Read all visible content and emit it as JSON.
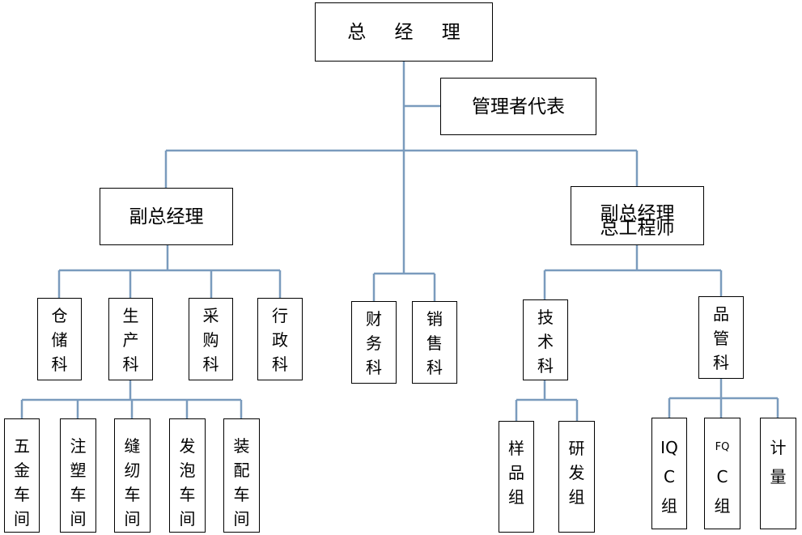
{
  "org_chart": {
    "top": {
      "label": "总 经 理"
    },
    "mgmt_rep": {
      "label": "管理者代表"
    },
    "vp1": {
      "label": "副总经理"
    },
    "vp2": {
      "line1": "副总经理",
      "line2": "总工程师"
    },
    "depts": [
      {
        "label": "仓储科"
      },
      {
        "label": "生产科"
      },
      {
        "label": "采购科"
      },
      {
        "label": "行政科"
      },
      {
        "label": "财务科"
      },
      {
        "label": "销售科"
      },
      {
        "label": "技术科"
      },
      {
        "label": "品管科"
      }
    ],
    "workshops": [
      {
        "label": "五金车间"
      },
      {
        "label": "注塑车间"
      },
      {
        "label": "缝纫车间"
      },
      {
        "label": "发泡车间"
      },
      {
        "label": "装配车间"
      }
    ],
    "tech_groups": [
      {
        "label": "样品组"
      },
      {
        "label": "研发组"
      }
    ],
    "qc_groups": [
      {
        "a": "IQ",
        "b": "C",
        "c": "组"
      },
      {
        "a": "FQ",
        "b": "C",
        "c": "组"
      },
      {
        "a": "计",
        "b": "量"
      }
    ]
  },
  "colors": {
    "connector": "#7a9bbd",
    "border": "#000000"
  }
}
